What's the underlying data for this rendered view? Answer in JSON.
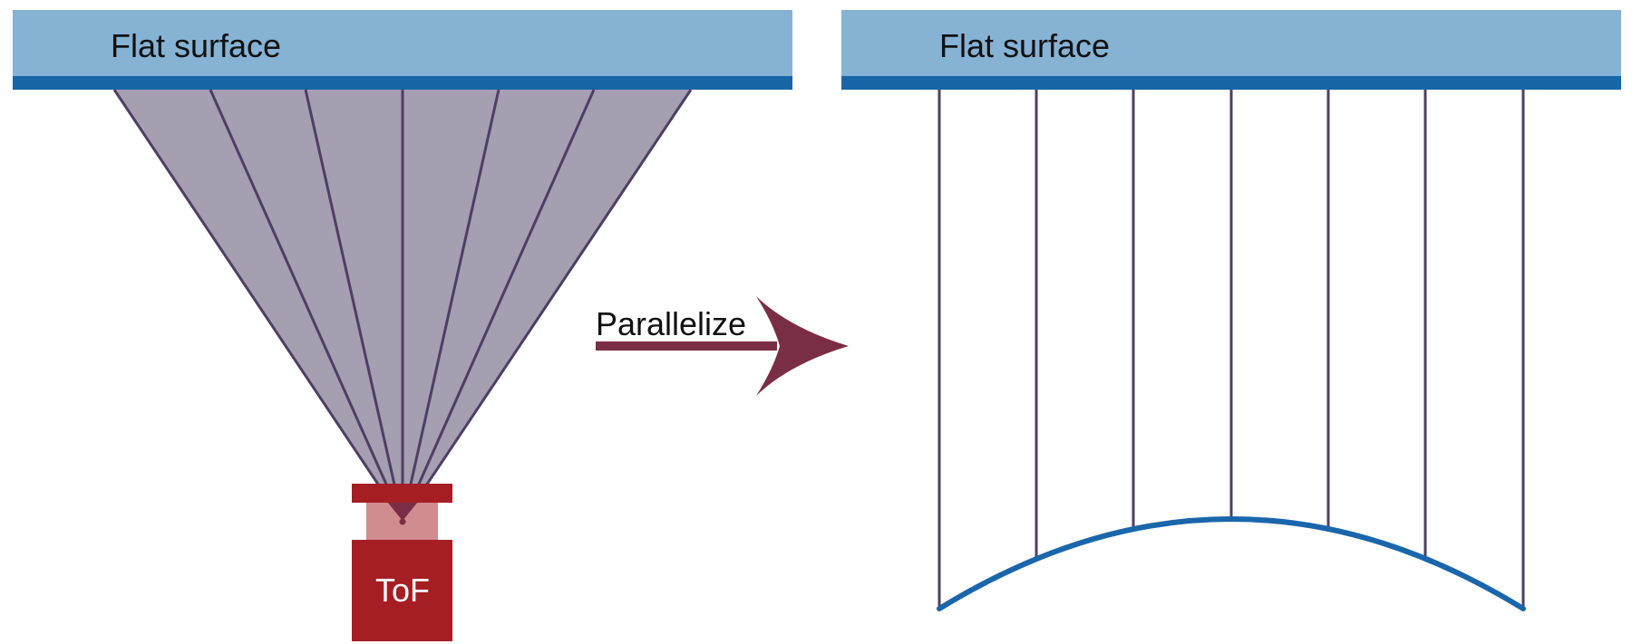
{
  "left_panel": {
    "surface_label": "Flat surface",
    "sensor_label": "ToF"
  },
  "transform": {
    "label": "Parallelize"
  },
  "right_panel": {
    "surface_label": "Flat surface"
  },
  "colors": {
    "surface_fill": "#86b2d4",
    "surface_edge": "#1865a8",
    "ray_fan_fill": "#a69eb1",
    "ray_line": "#4e3f63",
    "sensor_dark": "#a51e24",
    "sensor_light": "#d08c8f",
    "arrow": "#7a2e45",
    "curve": "#1a66ab"
  }
}
